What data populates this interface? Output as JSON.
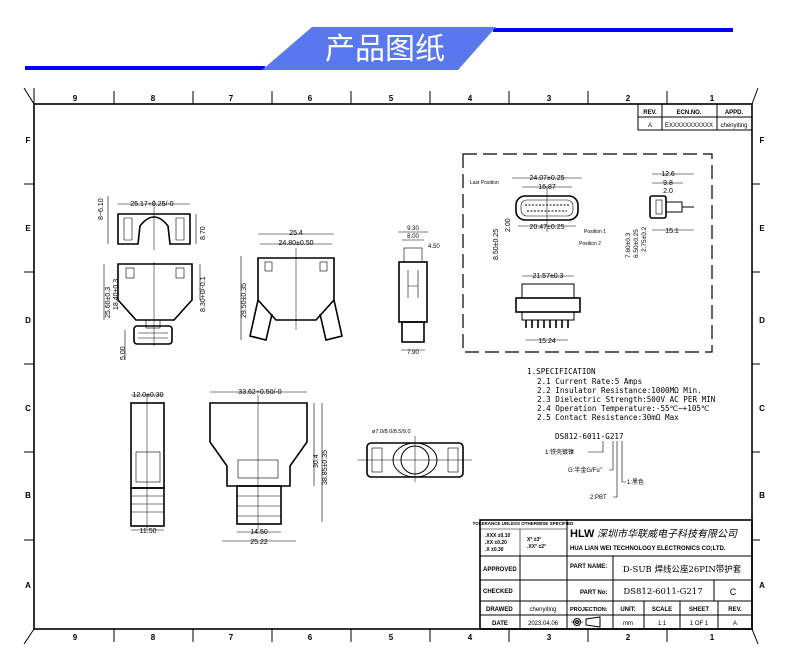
{
  "header": {
    "title": "产品图纸",
    "accent": "#0000ff",
    "badge_color": "#5a78ee"
  },
  "grid": {
    "columns": [
      "9",
      "8",
      "7",
      "6",
      "5",
      "4",
      "3",
      "2",
      "1"
    ],
    "rows": [
      "F",
      "E",
      "D",
      "C",
      "B",
      "A"
    ]
  },
  "revision": {
    "headers": [
      "REV.",
      "ECN.NO.",
      "APPD."
    ],
    "row": [
      "A",
      "EXXXXXXXXXXX",
      "chenyiting"
    ]
  },
  "views": {
    "top_left": {
      "d1": "25.17+0.25/-0",
      "d2": "8~6.10",
      "d3": "8.70"
    },
    "front_left": {
      "d1": "25.60±0.3",
      "d2": "18.40±0.3",
      "d3": "8.30+0/-0.1",
      "d4": "5.00"
    },
    "front_mid": {
      "d1": "25.4",
      "d2": "24.80±0.50",
      "d3": "29.50±0.35"
    },
    "side_mid": {
      "d1": "9.30",
      "d2": "8.00",
      "d3": "4.50",
      "d4": "7.90"
    },
    "connector": {
      "d1": "24.07±0.25",
      "d2": "16.87",
      "d3": "20.47±0.25",
      "d4": "8.50±0.25",
      "d5": "2.00",
      "last": "Last Position",
      "p1": "Position 1",
      "p2": "Position 2"
    },
    "connector_side": {
      "d1": "12.6",
      "d2": "9.8",
      "d3": "2.0",
      "d4": "15.1",
      "d5": "7.60±0.3",
      "d6": "6.50±0.25",
      "d7": "2.75±0.2"
    },
    "connector_bottom": {
      "d1": "21.57±0.3",
      "d2": "15.24"
    },
    "hood_side": {
      "d1": "12.0±0.30",
      "d2": "11.50"
    },
    "hood_front": {
      "d1": "33.62+0.50/-0",
      "d2": "30.4",
      "d3": "38.85±0.35",
      "d4": "14.50",
      "d5": "25.22"
    },
    "hood_bottom": {
      "d1": "ø7.0/8.0/8.5/9.0"
    }
  },
  "spec": {
    "title": "1.SPECIFICATION",
    "items": [
      "2.1 Current Rate:5 Amps",
      "2.2 Insulator Resistance:1000MΩ Min.",
      "2.3 Dielectric Strength:500V AC PER MIN",
      "2.4 Operation Temperature:-55℃~+105℃",
      "2.5 Contact Resistance:30mΩ Max"
    ],
    "code": "DS812-6011-G217",
    "legend": [
      "1:铁壳镀镍",
      "G:半金G/Fu\"",
      "1:黑色",
      "2:PBT"
    ]
  },
  "title_block": {
    "tolerance_title": "TOLERANCE UNLESS OTHERWISE SPECIFIED",
    "tolerance": [
      ".XXX ±0.10",
      ".XX ±0.20",
      ".X ±0.30",
      "X° ±3°",
      ".XX° ±2°"
    ],
    "logo": "HLW",
    "company_cn": "深圳市华联威电子科技有限公司",
    "company_en": "HUA LIAN WEI TECHNOLOGY ELECTRONICS CO;LTD.",
    "approved_label": "APPROVED",
    "checked_label": "CHECKED",
    "drawed_label": "DRAWED",
    "drawed_value": "chenyiting",
    "date_label": "DATE",
    "date_value": "2023.04.06",
    "part_name_label": "PART NAME:",
    "part_name": "D-SUB 焊线公座26PIN带护套",
    "part_no_label": "PART No:",
    "part_no": "DS812-6011-G217",
    "part_rev": "C",
    "projection_label": "PROJECTION:",
    "unit_label": "UNIT:",
    "unit": "mm",
    "scale_label": "SCALE",
    "scale": "1:1",
    "sheet_label": "SHEET",
    "sheet": "1 OF 1",
    "rev_label": "REV.",
    "rev": "A"
  }
}
